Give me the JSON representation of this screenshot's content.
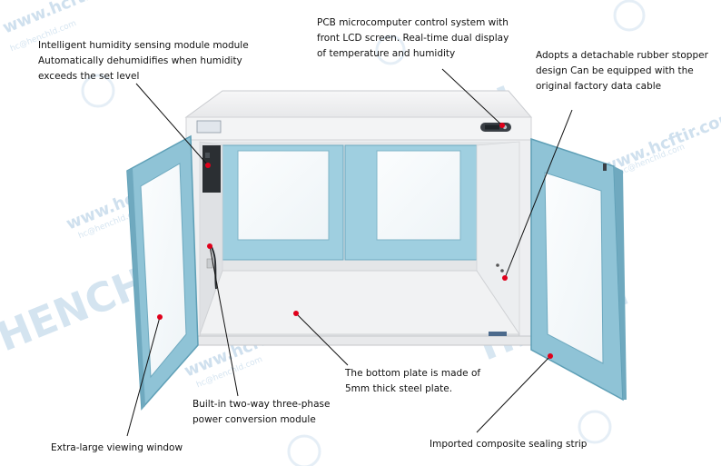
{
  "callouts": {
    "humidity_module": {
      "line1": "Intelligent humidity sensing module module",
      "line2": "Automatically dehumidifies when humidity",
      "line3": "exceeds the set level"
    },
    "pcb_control": {
      "line1": "PCB microcomputer control system with",
      "line2": "front LCD screen. Real-time dual display",
      "line3": "of temperature and humidity"
    },
    "rubber_stopper": {
      "line1": "Adopts a detachable rubber stopper",
      "line2": "design Can be equipped with the",
      "line3": "original factory data cable"
    },
    "bottom_plate": {
      "line1": "The bottom plate is made of",
      "line2": "5mm thick steel plate."
    },
    "power_module": {
      "line1": "Built-in two-way three-phase",
      "line2": "power conversion module"
    },
    "viewing_window": {
      "line1": "Extra-large viewing window"
    },
    "sealing_strip": {
      "line1": "Imported composite sealing strip"
    }
  },
  "watermark": {
    "url": "www.hcftir.com",
    "email": "hc@henchld.com",
    "brand": "HENCH"
  },
  "colors": {
    "marker": "#e0001b",
    "frame_blue": "#8fc3d6",
    "frame_blue_dark": "#5e9fb6",
    "cabinet_white": "#eeeff1",
    "watermark": "#cfe0ee"
  }
}
